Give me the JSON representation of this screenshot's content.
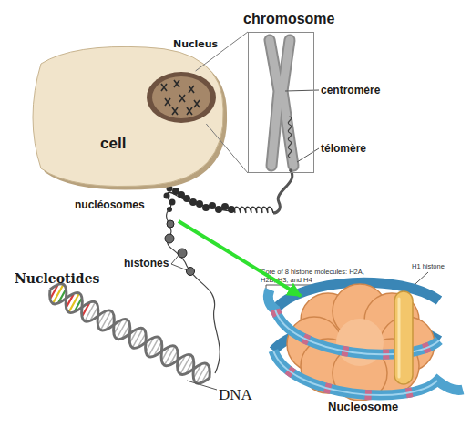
{
  "diagram": {
    "nodes": [
      {
        "text": [
          "cell"
        ]
      },
      {
        "text": [
          "Nucleus"
        ],
        "in": 0
      },
      {
        "text": [
          "chromosome"
        ]
      },
      {
        "text": [
          "nucléosomes"
        ]
      },
      {
        "text": [
          "Nucleosome"
        ]
      }
    ],
    "edges": [
      {
        "from": 1,
        "to": 2,
        "arrow": "none"
      },
      {
        "from": 1,
        "to": 2,
        "arrow": "none"
      },
      {
        "from": 3,
        "to": 4,
        "arrow": "to"
      }
    ],
    "labels": [
      "centromère",
      "télomère",
      "histones",
      "Nucleotides",
      "DNA",
      "Core of 8 histone molecules: H2A, H2B, H3, and H4",
      "H1 histone"
    ]
  }
}
